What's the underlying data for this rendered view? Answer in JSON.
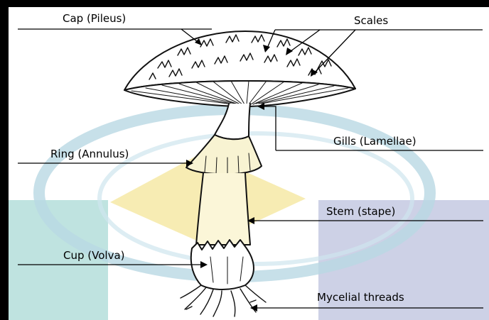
{
  "labels": {
    "cap": "Cap (Pileus)",
    "scales": "Scales",
    "gills": "Gills (Lamellae)",
    "ring": "Ring (Annulus)",
    "stem": "Stem (stape)",
    "cup": "Cup (Volva)",
    "mycelial": "Mycelial threads"
  },
  "colors": {
    "frame": "#000000",
    "ink": "#111111",
    "watermark_teal": "#bfe3e0",
    "watermark_lavender": "#cdd1e6",
    "watermark_yellow": "#f6e9a6",
    "watermark_ring": "#b9d8e4"
  }
}
